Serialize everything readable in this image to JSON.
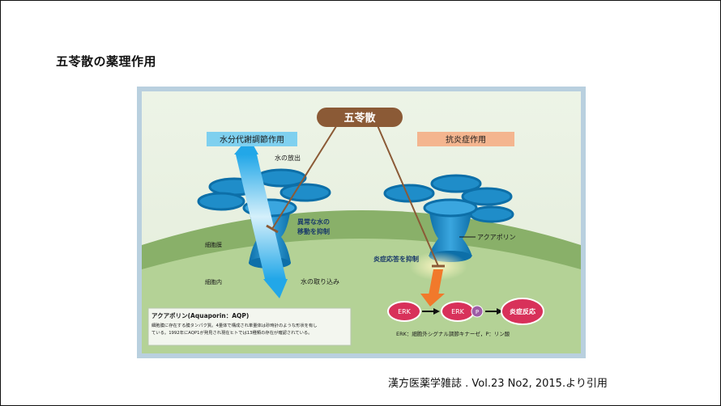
{
  "slide": {
    "title": "五苓散の薬理作用",
    "citation": "漢方医薬学雑誌 . Vol.23 No2, 2015.より引用"
  },
  "diagram": {
    "center_drug": "五苓散",
    "left_heading": "水分代謝調節作用",
    "right_heading": "抗炎症作用",
    "water_release": "水の放出",
    "abnormal_water_line1": "異常な水の",
    "abnormal_water_line2": "移動を抑制",
    "cell_membrane": "細胞膜",
    "intracellular": "細胞内",
    "water_uptake": "水の取り込み",
    "aquaporin_label": "アクアポリン",
    "inflammation_suppression": "炎症応答を抑制",
    "erk1": "ERK",
    "erk2": "ERK",
    "phospho": "P",
    "inflammation_reaction": "炎症反応",
    "footnote": "ERK：細胞外シグナル調節キナーゼ，P：リン酸",
    "infobox_title": "アクアポリン(Aquaporin：AQP)",
    "infobox_line1": "細胞膜に存在する膜タンパク質。4量体で構成され単量体は砂時計のような形状を有し",
    "infobox_line2": "ている。1992年にAQP1が発見され現在ヒトでは13種類の存在が確認されている。"
  },
  "colors": {
    "background_panel": "#e9f1e2",
    "cell_dark": "#89b069",
    "cell_light": "#b4d296",
    "drug_box": "#8b5a36",
    "left_heading_box": "#7fd0ef",
    "right_heading_box": "#f4b58f",
    "aquaporin": "#1f8dc9",
    "erk_red": "#d8315a",
    "orange_arrow": "#f1792b",
    "phospho_purple": "#9d5ca6"
  }
}
